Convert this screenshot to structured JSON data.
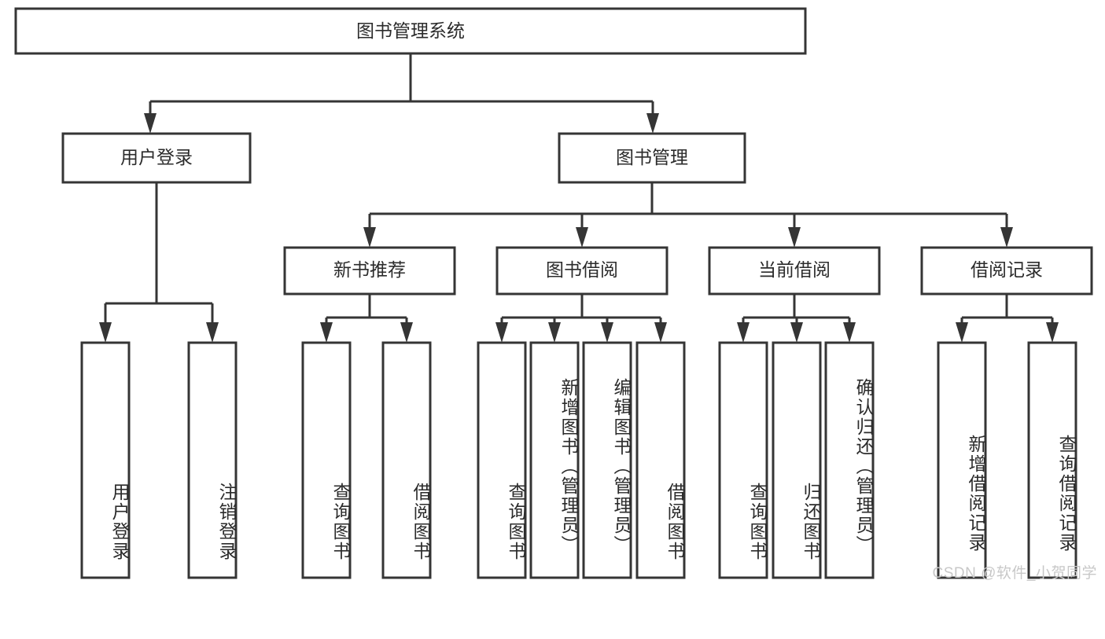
{
  "diagram": {
    "title": "图书管理系统",
    "type": "tree-hierarchy",
    "orientation": "top-down",
    "root": {
      "label": "图书管理系统",
      "id": "root",
      "level": 0
    },
    "level2": [
      {
        "id": "user-login",
        "label": "用户登录"
      },
      {
        "id": "book-manage",
        "label": "图书管理"
      }
    ],
    "level3": [
      {
        "id": "new-book-rec",
        "label": "新书推荐",
        "parent": "book-manage"
      },
      {
        "id": "book-borrow",
        "label": "图书借阅",
        "parent": "book-manage"
      },
      {
        "id": "current-borrow",
        "label": "当前借阅",
        "parent": "book-manage"
      },
      {
        "id": "borrow-record",
        "label": "借阅记录",
        "parent": "book-manage"
      }
    ],
    "leaves": {
      "user-login": [
        {
          "id": "leaf-user-login",
          "label": "用户登录"
        },
        {
          "id": "leaf-user-logout",
          "label": "注销登录"
        }
      ],
      "new-book-rec": [
        {
          "id": "leaf-query-book-1",
          "label": "查询图书"
        },
        {
          "id": "leaf-borrow-book-1",
          "label": "借阅图书"
        }
      ],
      "book-borrow": [
        {
          "id": "leaf-query-book-2",
          "label": "查询图书"
        },
        {
          "id": "leaf-add-book",
          "label": "新增图书（管理员）"
        },
        {
          "id": "leaf-edit-book",
          "label": "编辑图书（管理员）"
        },
        {
          "id": "leaf-borrow-book-2",
          "label": "借阅图书"
        }
      ],
      "current-borrow": [
        {
          "id": "leaf-query-book-3",
          "label": "查询图书"
        },
        {
          "id": "leaf-return-book",
          "label": "归还图书"
        },
        {
          "id": "leaf-confirm-return",
          "label": "确认归还（管理员）"
        }
      ],
      "borrow-record": [
        {
          "id": "leaf-add-record",
          "label": "新增借阅记录"
        },
        {
          "id": "leaf-query-record",
          "label": "查询借阅记录"
        }
      ]
    },
    "colors": {
      "stroke": "#353535",
      "fill": "#ffffff",
      "text": "#2b2b2b",
      "watermark": "#c8c8c8",
      "background": "#ffffff"
    },
    "watermark": "CSDN @软件_小贺同学"
  }
}
